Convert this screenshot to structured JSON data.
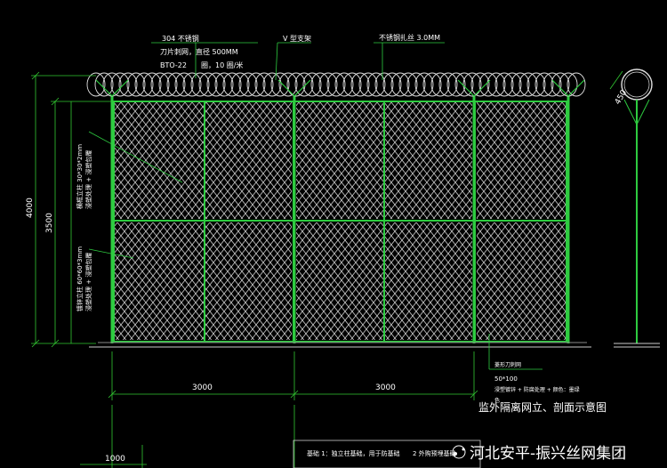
{
  "notes": {
    "top_material": "304 不锈钢",
    "blade_wire": "刀片刺网，直径 500MM",
    "blade_type": "BTO-22",
    "blade_count": "圈，10 圈/米",
    "v_bracket": "V 型支架",
    "ss_tie_wire": "不锈钢扎丝 3.0MM",
    "frame_note": "横框立柱 30*30*2mm",
    "frame_note_2": "浸塑处理 + 浸塑包覆",
    "post_note": "镀锌立柱 60*60*3mm",
    "post_note_2": "浸塑处理 + 浸塑包覆",
    "base_note_1": "菱形刀刺网",
    "base_note_2": "50*100",
    "base_note_3": "浸塑镀锌 + 防腐处理 + 颜色：墨绿",
    "base_note_4": "色",
    "foundation_note_1": "基础 1：独立柱基础，用于防基础",
    "foundation_note_2": "2 外购预埋基础"
  },
  "dimensions": {
    "height_total": "4000",
    "height_fence": "3500",
    "span_1": "3000",
    "span_2": "3000",
    "bottom_dim": "1000",
    "coil_diameter": "450"
  },
  "caption": {
    "title": "监外隔离网立、剖面示意图"
  },
  "watermark": {
    "text": "河北安平-振兴丝网集团"
  },
  "colors": {
    "background": "#000000",
    "mesh": "#d8d8d8",
    "frame": "#2ecc40",
    "dim_line": "#32c832",
    "leader": "#2ecc40",
    "text": "#ffffff"
  }
}
